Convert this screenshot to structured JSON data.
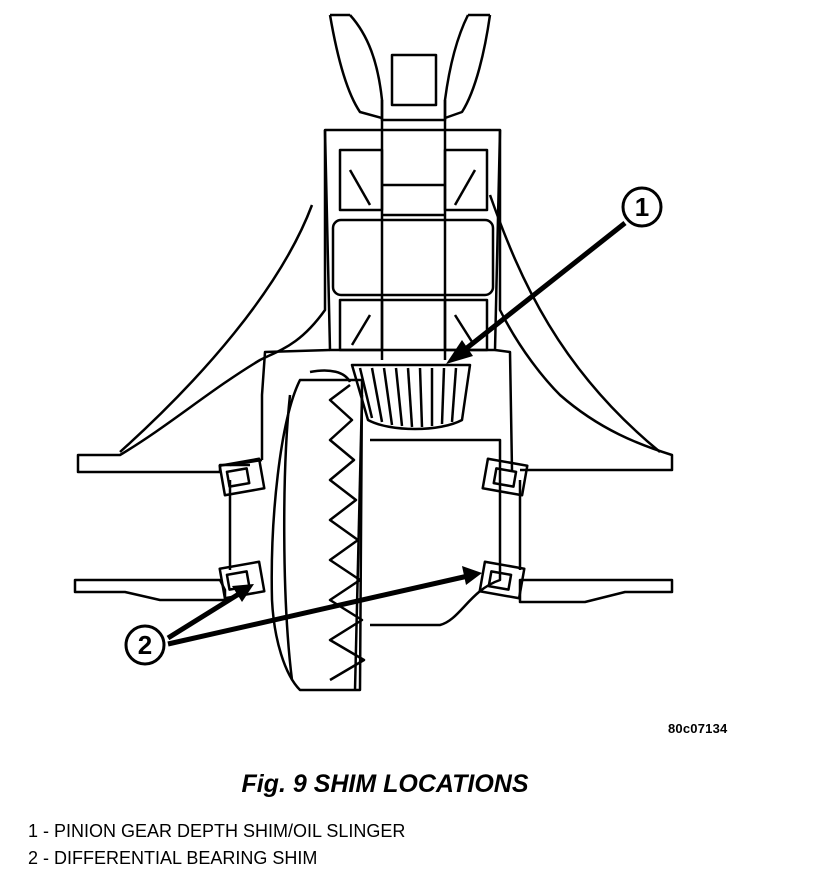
{
  "figure": {
    "title": "Fig. 9 SHIM LOCATIONS",
    "image_code": "80c07134"
  },
  "callouts": [
    {
      "number": "1"
    },
    {
      "number": "2"
    }
  ],
  "legend": [
    {
      "text": "1 - PINION GEAR DEPTH SHIM/OIL SLINGER"
    },
    {
      "text": "2 - DIFFERENTIAL BEARING SHIM"
    }
  ],
  "colors": {
    "line": "#000000",
    "background": "#ffffff"
  }
}
